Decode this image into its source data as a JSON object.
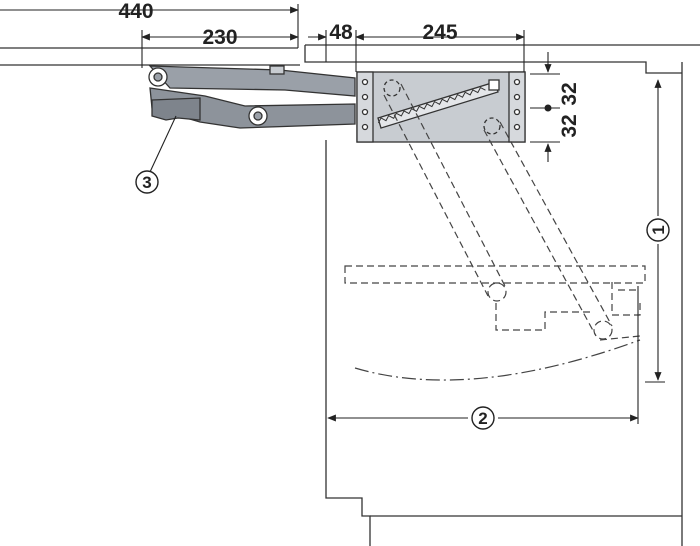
{
  "dimensions": {
    "overall_depth": "440",
    "arm_length": "230",
    "offset": "48",
    "mechanism_width": "245",
    "hole_spacing_1": "32",
    "hole_spacing_2": "32"
  },
  "markers": {
    "lift_height": "1",
    "cabinet_width": "2",
    "arm_grip": "3"
  },
  "colors": {
    "line": "#333333",
    "mechanism_fill": "#c8ccd1",
    "arm_fill": "#9aa0a8",
    "background": "#ffffff"
  }
}
